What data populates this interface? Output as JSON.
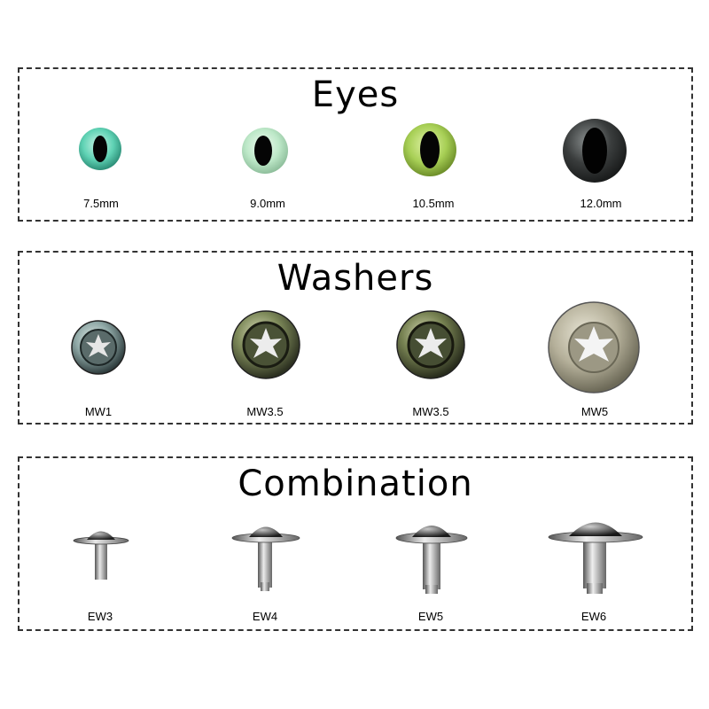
{
  "sections": {
    "eyes": {
      "title": "Eyes",
      "items": [
        {
          "label": "7.5mm",
          "color": "#5fd2b4"
        },
        {
          "label": "9.0mm",
          "color": "#bde8c8"
        },
        {
          "label": "10.5mm",
          "color": "#a7cf55"
        },
        {
          "label": "12.0mm",
          "color": "#3a3d3d"
        }
      ]
    },
    "washers": {
      "title": "Washers",
      "items": [
        {
          "label": "MW1"
        },
        {
          "label": "MW3.5"
        },
        {
          "label": "MW3.5"
        },
        {
          "label": "MW5"
        }
      ]
    },
    "combination": {
      "title": "Combination",
      "items": [
        {
          "label": "EW3"
        },
        {
          "label": "EW4"
        },
        {
          "label": "EW5"
        },
        {
          "label": "EW6"
        }
      ]
    }
  }
}
